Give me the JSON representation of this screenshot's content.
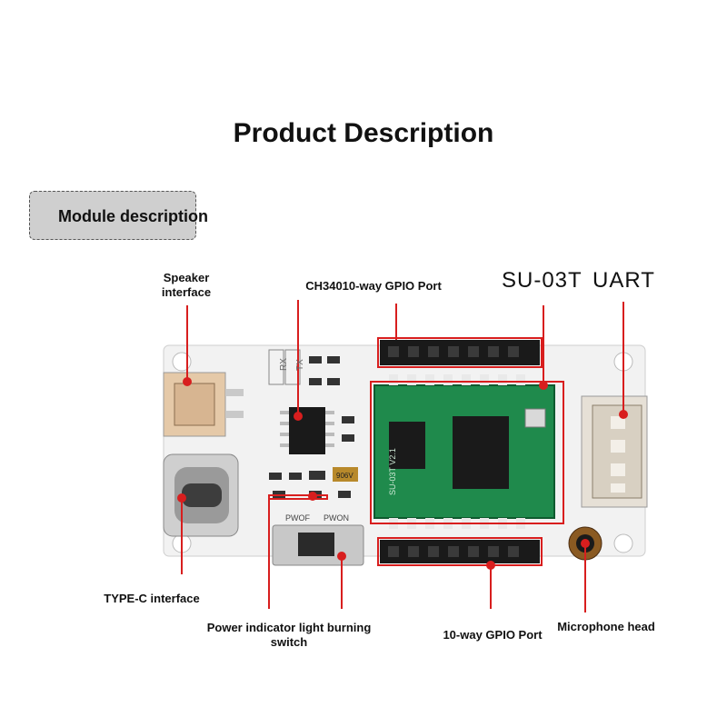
{
  "heading": "Product Description",
  "section_tab": "Module description",
  "callouts": {
    "speaker": "Speaker interface",
    "gpio_top": "CH34010-way GPIO Port",
    "su03t": "SU-03T",
    "uart": "UART",
    "typec": "TYPE-C interface",
    "power": "Power indicator light burning switch",
    "gpio_bottom": "10-way GPIO Port",
    "mic": "Microphone head"
  },
  "board_print": {
    "rx": "RX",
    "tx": "TX",
    "pwof": "PWOF",
    "pwon": "PWON",
    "module": "SU-03T V2.1",
    "crystal": "906V"
  },
  "colors": {
    "callout_red": "#d81e1e",
    "board": "#f2f2f2",
    "module_green": "#1f8a4c",
    "header_black": "#1a1a1a"
  }
}
